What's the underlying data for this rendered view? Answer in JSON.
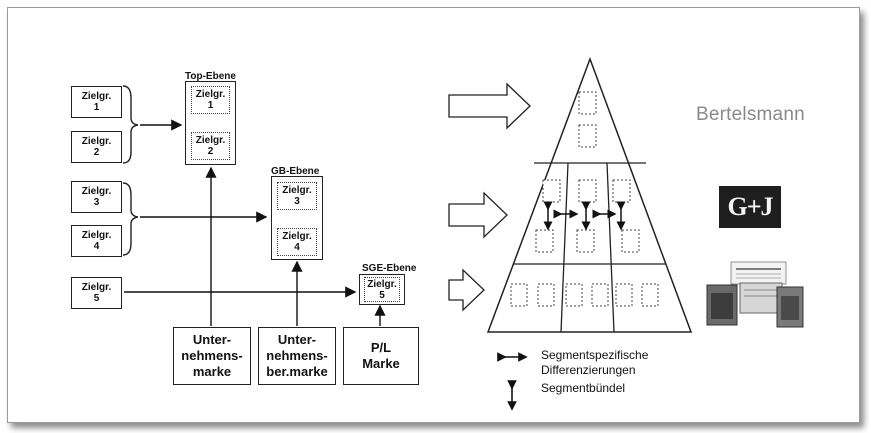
{
  "targets": [
    "Zielgr.\n1",
    "Zielgr.\n2",
    "Zielgr.\n3",
    "Zielgr.\n4",
    "Zielgr.\n5"
  ],
  "levels": {
    "top": {
      "label": "Top-Ebene",
      "items": [
        "Zielgr.\n1",
        "Zielgr.\n2"
      ]
    },
    "gb": {
      "label": "GB-Ebene",
      "items": [
        "Zielgr.\n3",
        "Zielgr.\n4"
      ]
    },
    "sge": {
      "label": "SGE-Ebene",
      "items": [
        "Zielgr.\n5"
      ]
    }
  },
  "brands": [
    "Unter-\nnehmens-\nmarke",
    "Unter-\nnehmens-\nber.marke",
    "P/L\nMarke"
  ],
  "logos": {
    "bertelsmann": "Bertelsmann",
    "gj": "G+J"
  },
  "legend": {
    "differentiation": "Segmentspezifische\nDifferenzierungen",
    "bundle": "Segmentbündel"
  }
}
